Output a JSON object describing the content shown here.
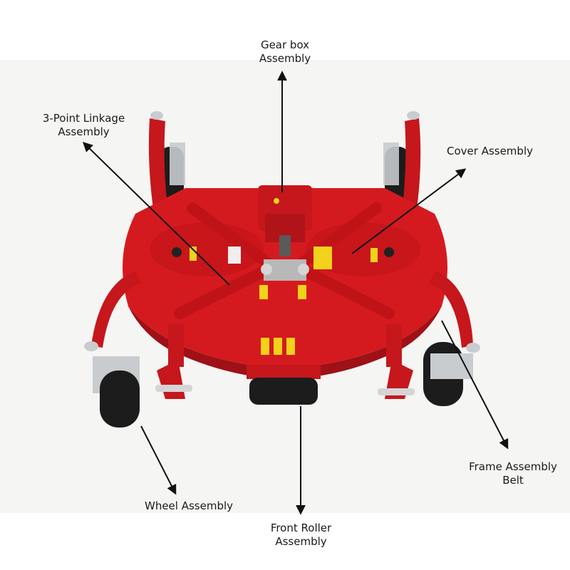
{
  "labels": {
    "gearbox": [
      "Gear box",
      "Assembly"
    ],
    "linkage": [
      "3-Point Linkage",
      "Assembly"
    ],
    "cover": [
      "Cover Assembly"
    ],
    "frame": [
      "Frame Assembly",
      "Belt"
    ],
    "wheel": [
      "Wheel Assembly"
    ],
    "roller": [
      "Front Roller",
      "Assembly"
    ]
  },
  "colors": {
    "deck_red": "#d51a1f",
    "deck_dark": "#9e1116",
    "tire": "#1c1c1c",
    "metal": "#c9ccce",
    "decal_yellow": "#f2d21a",
    "arrow": "#111111",
    "background": "#f5f5f4"
  }
}
